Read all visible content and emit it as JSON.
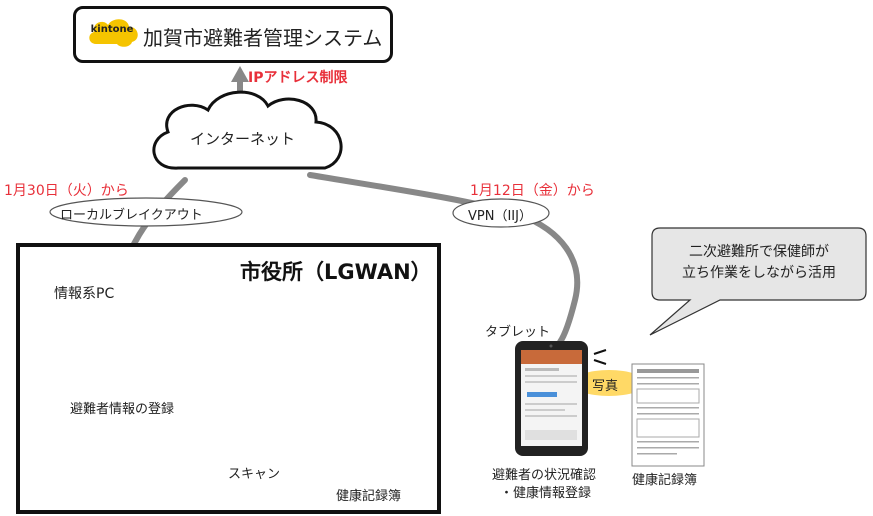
{
  "header": {
    "logo_text": "kintone",
    "system_name": "加賀市避難者管理システム"
  },
  "network": {
    "ip_restriction": "IPアドレス制限",
    "cloud_label": "インターネット"
  },
  "connections": {
    "left_date": "1月30日（火）から",
    "left_method": "ローカルブレイクアウト",
    "right_date": "1月12日（金）から",
    "right_method": "VPN（IIJ）"
  },
  "city_hall": {
    "title": "市役所（LGWAN）",
    "pc_label": "情報系PC",
    "pc_caption": "避難者情報の登録",
    "scan_label": "スキャン",
    "record_label": "健康記録簿"
  },
  "field": {
    "bubble_line1": "二次避難所で保健師が",
    "bubble_line2": "立ち作業をしながら活用",
    "tablet_label": "タブレット",
    "photo_label": "写真",
    "tablet_caption_line1": "避難者の状況確認",
    "tablet_caption_line2": "・健康情報登録",
    "record_label": "健康記録簿"
  },
  "colors": {
    "accent_red": "#e8303a",
    "kintone_yellow": "#f5c400",
    "arrow_blue": "#4472c4",
    "label_yellow": "#ffd966",
    "line_gray": "#888888",
    "bubble_fill": "#e6e6e6"
  }
}
